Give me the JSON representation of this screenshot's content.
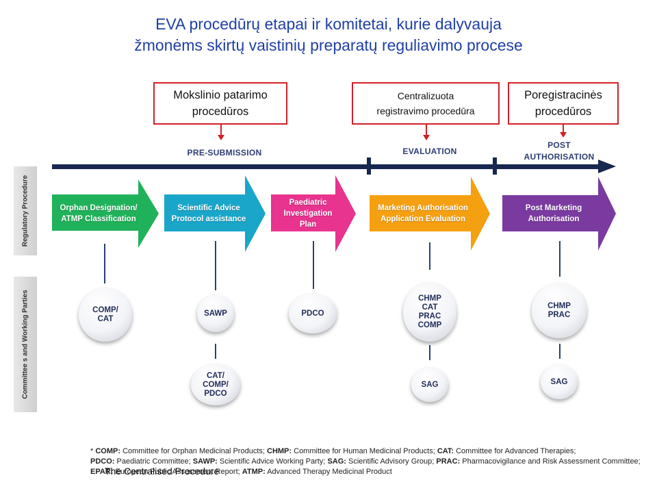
{
  "title": {
    "line1": "EVA procedūrų etapai ir komitetai, kurie dalyvauja",
    "line2": "žmonėms skirtų vaistinių preparatų reguliavimo procese"
  },
  "callouts": [
    {
      "line1": "Mokslinio patarimo",
      "line2": "procedūros"
    },
    {
      "line1": "Centralizuota",
      "line2": "registravimo procedūra"
    },
    {
      "line1": "Poregistracinės",
      "line2": "procedūros"
    }
  ],
  "phases": {
    "pre_submission": "PRE-SUBMISSION",
    "evaluation": "EVALUATION",
    "post_line1": "POST",
    "post_line2": "AUTHORISATION"
  },
  "sidebar": {
    "regulatory": "Regulatory Procedure",
    "committees": "Committee s and Working Parties"
  },
  "procedures": [
    {
      "lines": [
        "Orphan Designation/",
        "ATMP Classification"
      ],
      "color": "#20b25a"
    },
    {
      "lines": [
        "Scientific Advice",
        "Protocol assistance"
      ],
      "color": "#1aa6c9"
    },
    {
      "lines": [
        "Paediatric",
        "Investigation",
        "Plan"
      ],
      "color": "#e8338f"
    },
    {
      "lines": [
        "Marketing Authorisation",
        "Application Evaluation"
      ],
      "color": "#f5a011"
    },
    {
      "lines": [
        "Post Marketing",
        "Authorisation"
      ],
      "color": "#7a3aa0"
    }
  ],
  "committees": {
    "c1": [
      "COMP/",
      "CAT"
    ],
    "c2a": [
      "SAWP"
    ],
    "c2b": [
      "CAT/",
      "COMP/",
      "PDCO"
    ],
    "c3": [
      "PDCO"
    ],
    "c4a": [
      "CHMP",
      "CAT",
      "PRAC",
      "COMP"
    ],
    "c4b": [
      "SAG"
    ],
    "c5a": [
      "CHMP",
      "PRAC"
    ],
    "c5b": [
      "SAG"
    ]
  },
  "footnote": {
    "star": "* ",
    "t1b": "COMP:",
    "t1": " Committee for Orphan Medicinal Products; ",
    "t2b": "CHMP:",
    "t2": " Committee for Human Medicinal Products; ",
    "t3b": "CAT:",
    "t3": " Committee for Advanced Therapies;",
    "t4b": "PDCO:",
    "t4": " Paediatric Committee; ",
    "t5b": "SAWP:",
    "t5": " Scientific Advice Working Party; ",
    "t6b": "SAG:",
    "t6": " Scientific Advisory Group; ",
    "t7b": "PRAC:",
    "t7": " Pharmacovigilance and Risk Assessment Committee; ",
    "t8b": "EPAR:",
    "t8": " European Public Assessment Report; ",
    "t9b": "ATMP:",
    "t9": " Advanced Therapy Medicinal Product"
  },
  "footer_title": "The Centralised Procedure"
}
